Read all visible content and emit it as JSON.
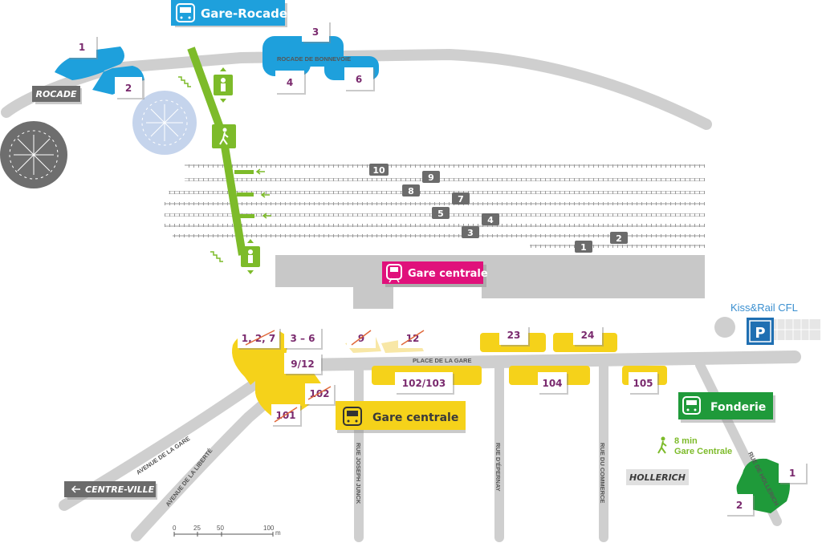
{
  "hubs": {
    "rocade": "Gare-Rocade",
    "centrale_train": "Gare centrale",
    "centrale_bus": "Gare centrale",
    "fonderie": "Fonderie"
  },
  "place_names": {
    "rocade": "ROCADE",
    "centre_ville": "CENTRE-VILLE",
    "hollerich": "HOLLERICH"
  },
  "streets": {
    "rocade_bonnevoie": "ROCADE DE BONNEVOIE",
    "place_gare": "PLACE DE LA GARE",
    "avenue_gare": "AVENUE DE LA GARE",
    "avenue_liberte": "AVENUE DE LA LIBERTÉ",
    "joseph_junck": "RUE JOSEPH JUNCK",
    "epernay": "RUE D'ÉPERNAY",
    "commerce": "RUE DU COMMERCE",
    "hollerich": "RUE DE HOLLERICH"
  },
  "stops": {
    "r1": "1",
    "r2": "2",
    "r3": "3",
    "r4": "4",
    "r6": "6",
    "g127": "1, 2, 7",
    "g36": "3 – 6",
    "g912": "9/12",
    "g9x": "9",
    "g12x": "12",
    "g23": "23",
    "g24": "24",
    "g102103": "102/103",
    "g104": "104",
    "g105": "105",
    "g102": "102",
    "g101": "101",
    "f1": "1",
    "f2": "2"
  },
  "platforms": [
    "10",
    "9",
    "8",
    "7",
    "5",
    "4",
    "3",
    "1",
    "2"
  ],
  "kiss_rail": "Kiss&Rail CFL",
  "walk": {
    "time": "8 min",
    "dest": "Gare Centrale"
  },
  "scale": {
    "t0": "0",
    "t25": "25",
    "t50": "50",
    "t100": "100",
    "unit": "m"
  },
  "colors": {
    "road": "#cfcfcf",
    "bus_blue": "#1ea0dc",
    "train_magenta": "#e0117b",
    "bus_yellow": "#f5d21a",
    "bus_green": "#1f9a3a",
    "walkway_green": "#7dbb2a",
    "stop_purple": "#7a2a6e",
    "station_gray": "#c8c8c8"
  }
}
